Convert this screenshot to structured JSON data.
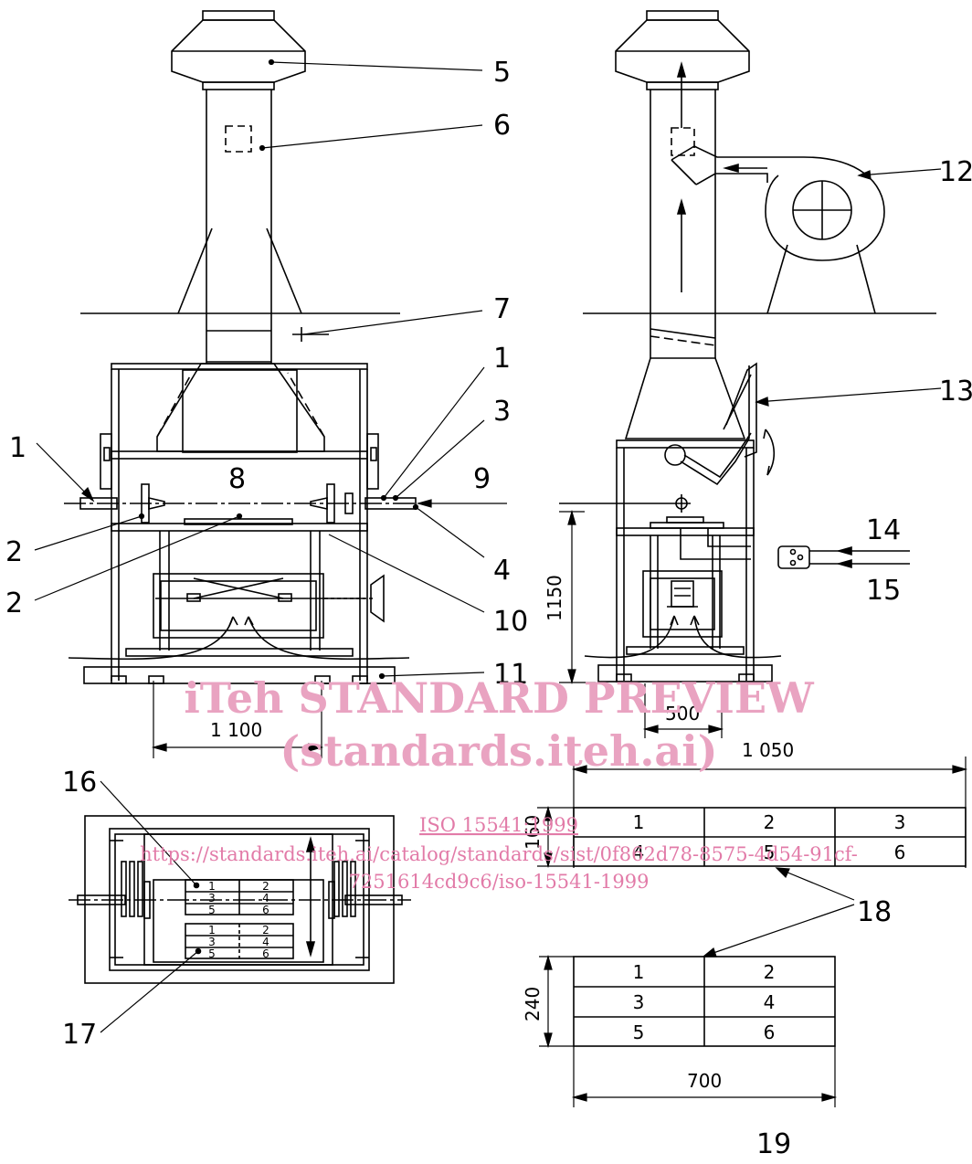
{
  "callouts": {
    "c1_left": "1",
    "c1_right": "1",
    "c2_a": "2",
    "c2_b": "2",
    "c3": "3",
    "c4": "4",
    "c5": "5",
    "c6": "6",
    "c7": "7",
    "c8": "8",
    "c9": "9",
    "c10": "10",
    "c11": "11",
    "c12": "12",
    "c13": "13",
    "c14": "14",
    "c15": "15",
    "c16": "16",
    "c17": "17",
    "c18": "18",
    "c19": "19"
  },
  "dimensions": {
    "width_front": "1 100",
    "height": "1150",
    "depth_inner": "500",
    "table_top_width": "1 050",
    "table_top_height": "160",
    "table_bottom_height": "240",
    "table_bottom_width": "700"
  },
  "table_top": [
    [
      "1",
      "2",
      "3"
    ],
    [
      "4",
      "5",
      "6"
    ]
  ],
  "table_bottom": [
    [
      "1",
      "2"
    ],
    [
      "3",
      "4"
    ],
    [
      "5",
      "6"
    ]
  ],
  "plan_grid": {
    "upper": [
      [
        "1",
        "2"
      ],
      [
        "3",
        "4"
      ],
      [
        "5",
        "6"
      ]
    ],
    "lower": [
      [
        "1",
        "2"
      ],
      [
        "3",
        "4"
      ],
      [
        "5",
        "6"
      ]
    ]
  },
  "watermark": {
    "line1": "iTeh STANDARD PREVIEW",
    "line2": "(standards.iteh.ai)",
    "iso": "ISO 15541:1999",
    "url1": "https://standards.iteh.ai/catalog/standards/sist/0f862d78-8575-4d54-91cf-",
    "url2": "7251614cd9c6/iso-15541-1999"
  }
}
